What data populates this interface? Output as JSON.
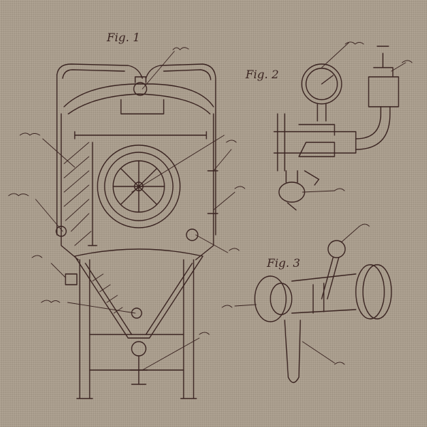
{
  "figures": {
    "fig1": {
      "label": "Fig. 1"
    },
    "fig2": {
      "label": "Fig. 2"
    },
    "fig3": {
      "label": "Fig. 3"
    }
  },
  "colors": {
    "fabric": "#a99d8d",
    "thread": "#3b2522"
  }
}
